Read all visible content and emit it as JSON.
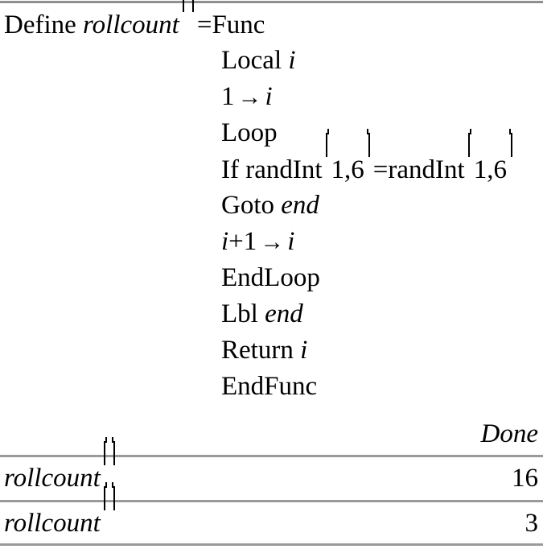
{
  "document": {
    "kind": "ti-nspire-calculator-page",
    "rule_color": "#8f8f8f",
    "separator_color": "#9a9a9a",
    "background": "#ffffff",
    "text_color": "#000000"
  },
  "definition": {
    "header": {
      "keyword": "Define",
      "name": "rollcount",
      "args": "",
      "equals": "=",
      "body_keyword": "Func"
    },
    "lines": [
      {
        "id": "local",
        "text": "Local i",
        "parts": [
          {
            "t": "Local ",
            "s": "kw"
          },
          {
            "t": "i",
            "s": "var"
          }
        ]
      },
      {
        "id": "init",
        "text": "1 → i",
        "parts": [
          {
            "t": "1",
            "s": "num"
          },
          {
            "t": "→",
            "s": "arrow"
          },
          {
            "t": "i",
            "s": "var"
          }
        ]
      },
      {
        "id": "loop",
        "text": "Loop",
        "parts": [
          {
            "t": "Loop",
            "s": "kw"
          }
        ]
      },
      {
        "id": "if",
        "text": "If randInt(1,6)=randInt(1,6)",
        "parts": []
      },
      {
        "id": "goto",
        "text": "Goto end",
        "parts": [
          {
            "t": "Goto ",
            "s": "kw"
          },
          {
            "t": "end",
            "s": "ident"
          }
        ]
      },
      {
        "id": "incr",
        "text": "i+1 → i",
        "parts": []
      },
      {
        "id": "endloop",
        "text": "EndLoop",
        "parts": [
          {
            "t": "EndLoop",
            "s": "kw"
          }
        ]
      },
      {
        "id": "lbl",
        "text": "Lbl end",
        "parts": [
          {
            "t": "Lbl ",
            "s": "kw"
          },
          {
            "t": "end",
            "s": "ident"
          }
        ]
      },
      {
        "id": "return",
        "text": "Return i",
        "parts": [
          {
            "t": "Return ",
            "s": "kw"
          },
          {
            "t": "i",
            "s": "var"
          }
        ]
      },
      {
        "id": "endfunc",
        "text": "EndFunc",
        "parts": [
          {
            "t": "EndFunc",
            "s": "kw"
          }
        ]
      }
    ],
    "tokens": {
      "local_kw": "Local",
      "local_var": "i",
      "init_num": "1",
      "arrow": "→",
      "init_var": "i",
      "loop_kw": "Loop",
      "if_kw": "If",
      "randint_name": "randInt",
      "randint_args": "1,6",
      "eq": "=",
      "goto_kw": "Goto",
      "goto_label": "end",
      "incr_var_a": "i",
      "incr_plus": "+",
      "incr_num": "1",
      "incr_var_b": "i",
      "endloop_kw": "EndLoop",
      "lbl_kw": "Lbl",
      "lbl_label": "end",
      "return_kw": "Return",
      "return_var": "i",
      "endfunc_kw": "EndFunc"
    },
    "result": "Done"
  },
  "entries": [
    {
      "expression_name": "rollcount",
      "expression_args": "",
      "value": "16"
    },
    {
      "expression_name": "rollcount",
      "expression_args": "",
      "value": "3"
    }
  ]
}
